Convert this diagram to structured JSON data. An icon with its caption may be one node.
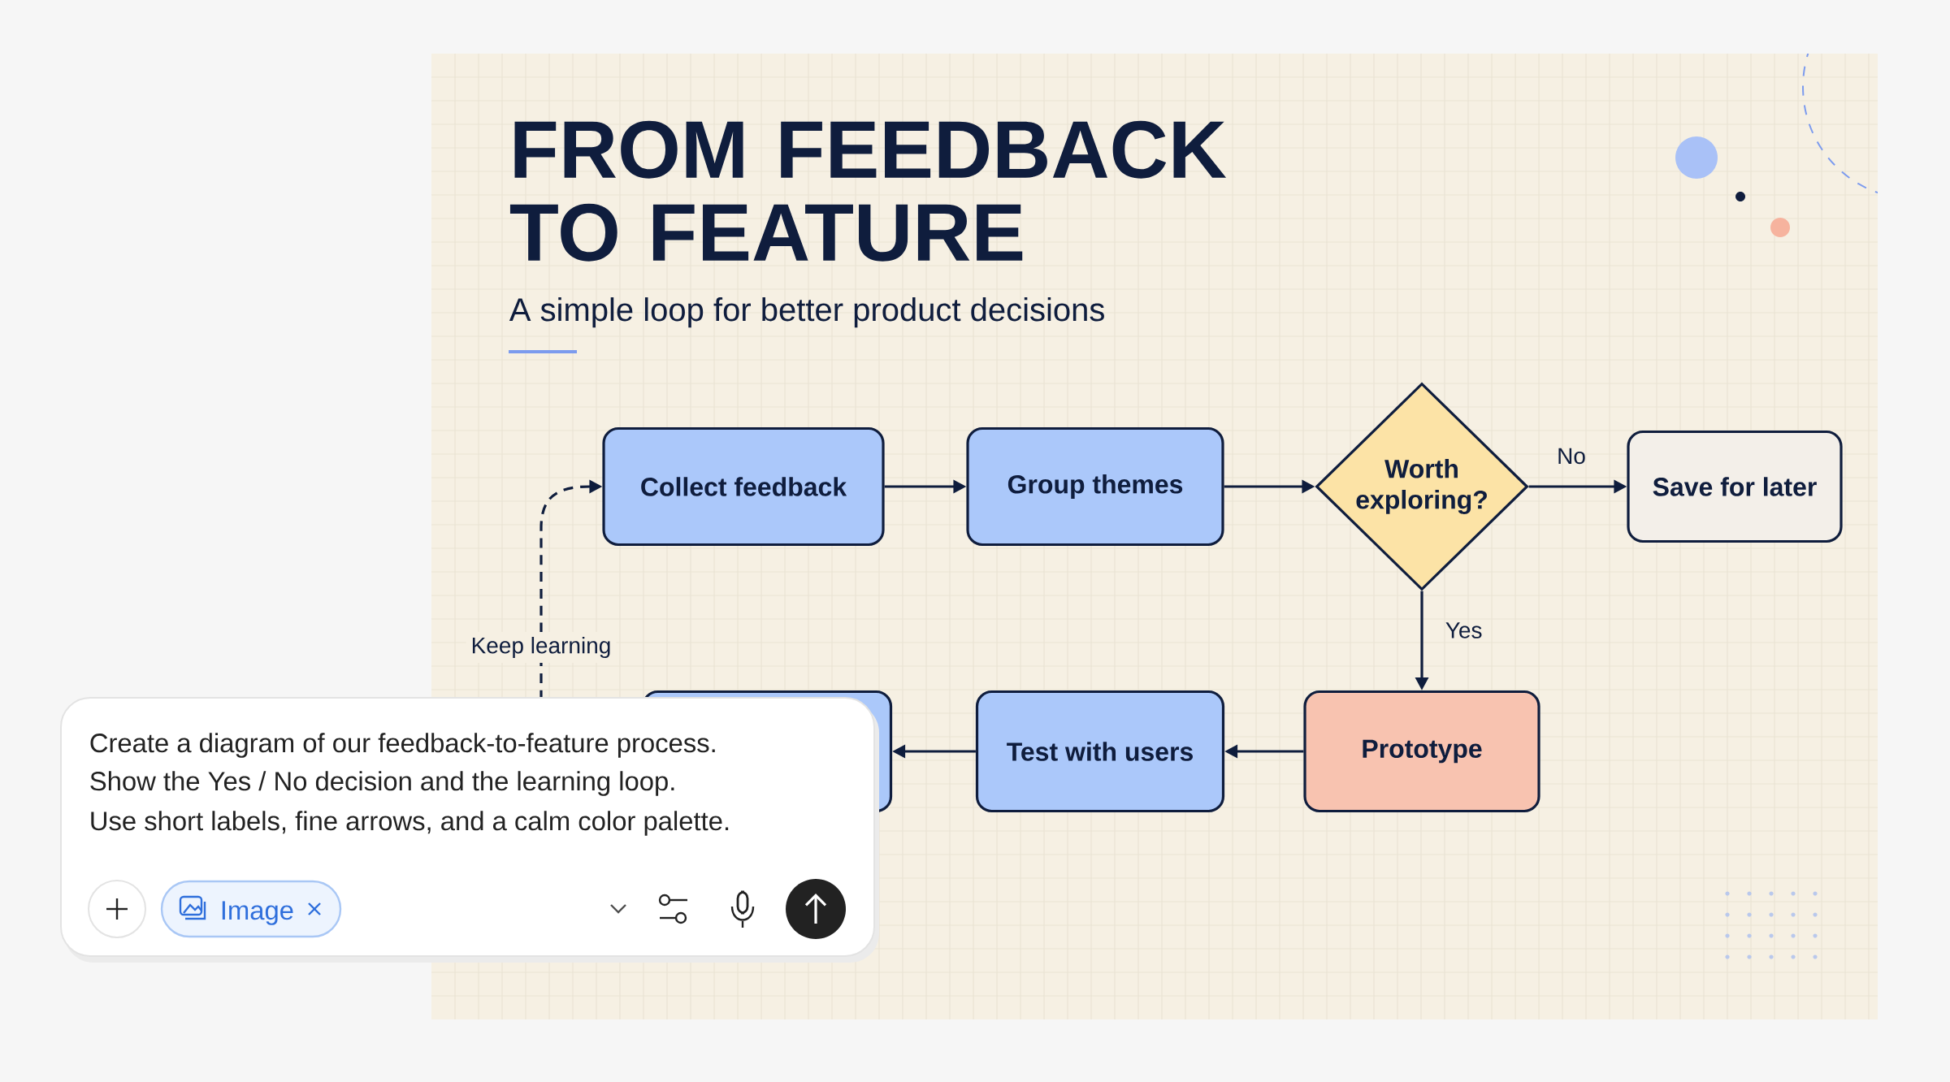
{
  "diagram": {
    "title": "FROM FEEDBACK TO FEATURE",
    "nodes": [
      {
        "text": [
          "Collect feedback"
        ]
      },
      {
        "text": [
          "Group themes"
        ]
      },
      {
        "text": [
          "Worth exploring?"
        ]
      },
      {
        "text": [
          "Save for later"
        ]
      },
      {
        "text": [
          "Prototype"
        ]
      },
      {
        "text": [
          "Test with users"
        ]
      },
      {
        "text": [],
        "shape": "box"
      }
    ],
    "edges": [
      {
        "from": 0,
        "to": 1,
        "arrow": "to"
      },
      {
        "from": 1,
        "to": 2,
        "arrow": "to"
      },
      {
        "from": 2,
        "to": 3,
        "arrow": "to",
        "label": "No"
      },
      {
        "from": 2,
        "to": 4,
        "arrow": "to",
        "label": "Yes"
      },
      {
        "from": 4,
        "to": 5,
        "arrow": "to"
      },
      {
        "from": 5,
        "to": 6,
        "arrow": "to"
      },
      {
        "from": 6,
        "to": 0,
        "arrow": "to",
        "label": "Keep learning",
        "style": "dashed"
      }
    ],
    "labels": [
      "A simple loop for better product decisions",
      "Create a diagram of our feedback-to-feature process.",
      "Show the Yes / No decision and the learning loop.",
      "Use short labels, fine arrows, and a calm color palette.",
      "Image"
    ]
  }
}
